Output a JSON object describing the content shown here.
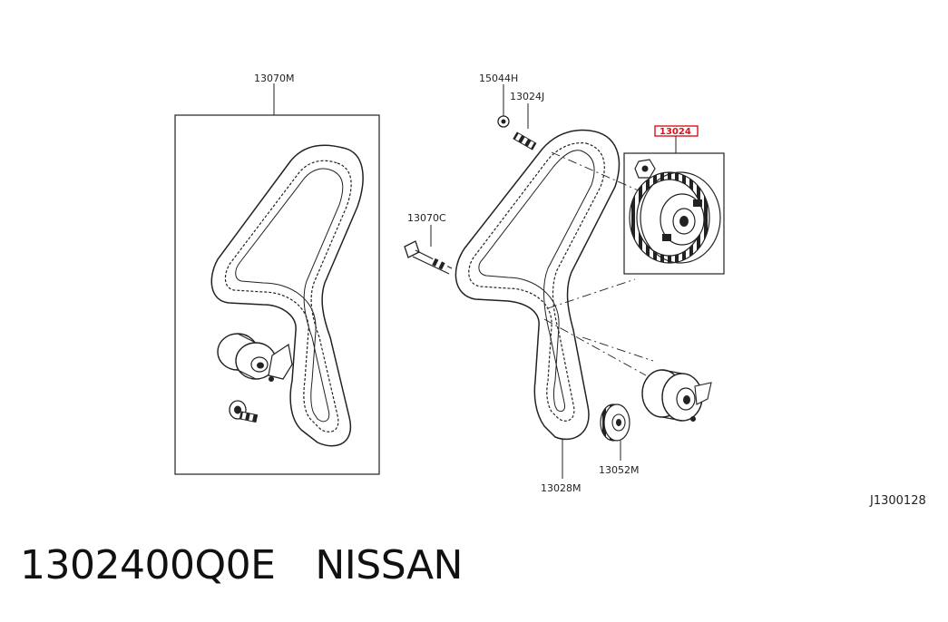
{
  "diagram": {
    "callouts": {
      "kit_box": "13070M",
      "bolt_top": "15044H",
      "stud": "13024J",
      "sprocket_highlight": "13024",
      "bolt_long": "13070C",
      "timing_belt": "13028M",
      "crank_sprocket": "13052M"
    },
    "reference_code": "J1300128"
  },
  "caption": {
    "part_number": "1302400Q0E",
    "brand": "NISSAN"
  },
  "colors": {
    "line": "#222222",
    "highlight": "#d8141c"
  }
}
